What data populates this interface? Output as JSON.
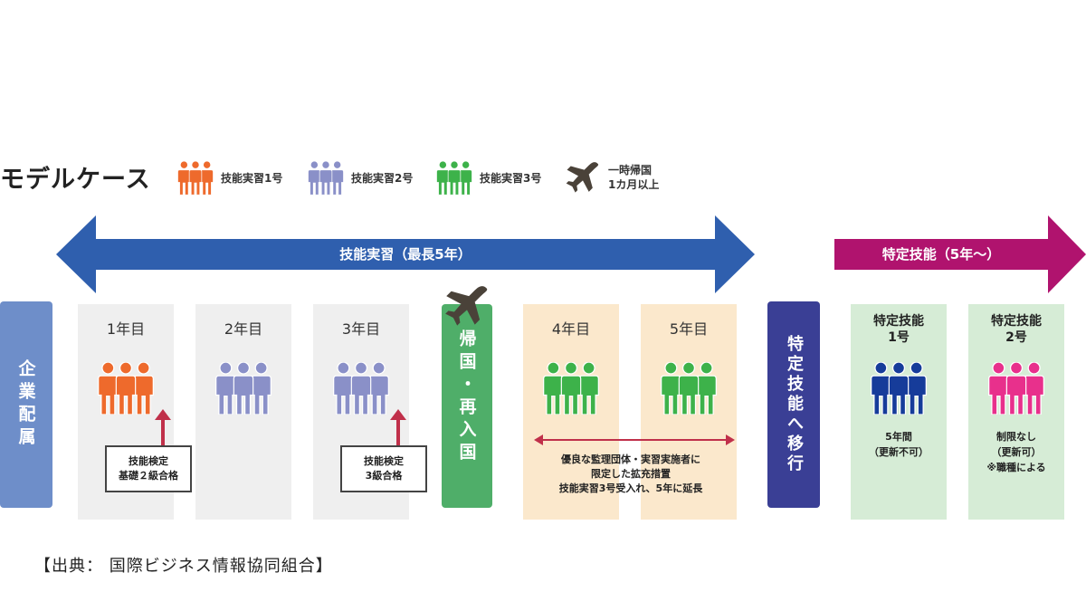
{
  "title": "モデルケース",
  "legend": {
    "tit1": "技能実習1号",
    "tit2": "技能実習2号",
    "tit3": "技能実習3号",
    "temp_return_line1": "一時帰国",
    "temp_return_line2": "1カ月以上"
  },
  "arrows": {
    "tit": "技能実習（最長5年）",
    "ssw": "特定技能（5年〜）"
  },
  "columns": {
    "y1": "1年目",
    "y2": "2年目",
    "y3": "3年目",
    "y4": "4年目",
    "y5": "5年目"
  },
  "bars": {
    "company": "企業配属",
    "return": "帰国・再入国",
    "transition": "特定技能へ移行"
  },
  "exams": {
    "exam1_line1": "技能検定",
    "exam1_line2": "基礎２級合格",
    "exam2_line1": "技能検定",
    "exam2_line2": "3級合格"
  },
  "extension": {
    "line1": "優良な監理団体・実習実施者に",
    "line2": "限定した拡充措置",
    "line3": "技能実習3号受入れ、5年に延長"
  },
  "ssw": {
    "ssw1_title1": "特定技能",
    "ssw1_title2": "1号",
    "ssw1_note1": "5年間",
    "ssw1_note2": "（更新不可）",
    "ssw2_title1": "特定技能",
    "ssw2_title2": "2号",
    "ssw2_note1": "制限なし",
    "ssw2_note2": "（更新可）",
    "ssw2_note3": "※職種による"
  },
  "source": "【出典： 国際ビジネス情報協同組合】",
  "colors": {
    "orange": "#ee6a2c",
    "lavender": "#8a90c8",
    "green": "#3db24a",
    "navy": "#163c9a",
    "pink": "#e8308c",
    "blue_arrow": "#2f5fae",
    "magenta_arrow": "#b0136e",
    "company_bar": "#6e8ec9",
    "return_bar": "#4fae69",
    "transition_bar": "#3a3f95",
    "plane": "#4a4239"
  }
}
